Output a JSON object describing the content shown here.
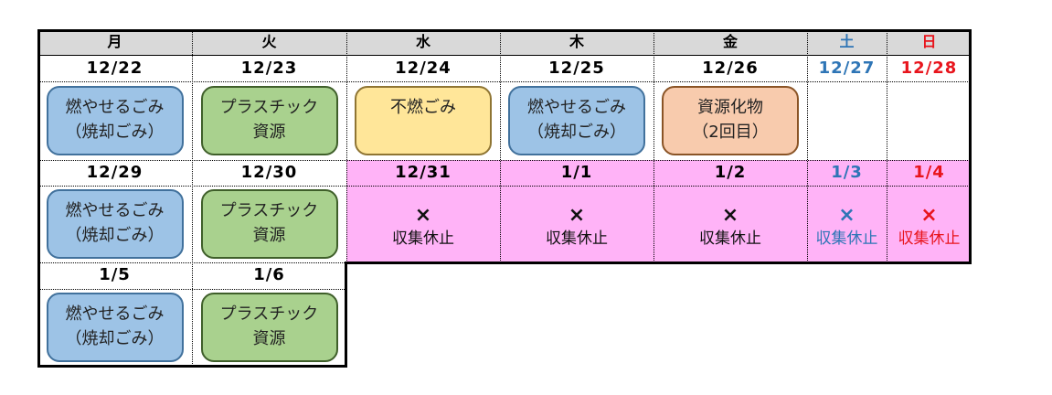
{
  "weekdays": [
    {
      "label": "月",
      "kind": "weekday"
    },
    {
      "label": "火",
      "kind": "weekday"
    },
    {
      "label": "水",
      "kind": "weekday"
    },
    {
      "label": "木",
      "kind": "weekday"
    },
    {
      "label": "金",
      "kind": "weekday"
    },
    {
      "label": "土",
      "kind": "saturday"
    },
    {
      "label": "日",
      "kind": "sunday"
    }
  ],
  "colors": {
    "header_bg": "#d9d9d9",
    "holiday_bg": "#ffb3f7",
    "saturday": "#2e75b6",
    "sunday": "#e8141c",
    "burnable": "#9dc3e6",
    "plastic": "#a9d18e",
    "non_burnable": "#ffe699",
    "resources": "#f8cbad"
  },
  "weeks": [
    {
      "days": [
        {
          "date": "12/22",
          "line1": "燃やせるごみ",
          "line2": "（焼却ごみ）",
          "type": "burnable"
        },
        {
          "date": "12/23",
          "line1": "プラスチック",
          "line2": "資源",
          "type": "plastic"
        },
        {
          "date": "12/24",
          "line1": "不燃ごみ",
          "line2": "",
          "type": "non_burnable"
        },
        {
          "date": "12/25",
          "line1": "燃やせるごみ",
          "line2": "（焼却ごみ）",
          "type": "burnable"
        },
        {
          "date": "12/26",
          "line1": "資源化物",
          "line2": "（2回目）",
          "type": "resources"
        },
        {
          "date": "12/27",
          "line1": "",
          "line2": "",
          "type": "none"
        },
        {
          "date": "12/28",
          "line1": "",
          "line2": "",
          "type": "none"
        }
      ]
    },
    {
      "days": [
        {
          "date": "12/29",
          "line1": "燃やせるごみ",
          "line2": "（焼却ごみ）",
          "type": "burnable"
        },
        {
          "date": "12/30",
          "line1": "プラスチック",
          "line2": "資源",
          "type": "plastic"
        },
        {
          "date": "12/31",
          "mark": "×",
          "line2": "収集休止",
          "type": "stopped"
        },
        {
          "date": "1/1",
          "mark": "×",
          "line2": "収集休止",
          "type": "stopped"
        },
        {
          "date": "1/2",
          "mark": "×",
          "line2": "収集休止",
          "type": "stopped"
        },
        {
          "date": "1/3",
          "mark": "×",
          "line2": "収集休止",
          "type": "stopped"
        },
        {
          "date": "1/4",
          "mark": "×",
          "line2": "収集休止",
          "type": "stopped"
        }
      ]
    },
    {
      "days": [
        {
          "date": "1/5",
          "line1": "燃やせるごみ",
          "line2": "（焼却ごみ）",
          "type": "burnable"
        },
        {
          "date": "1/6",
          "line1": "プラスチック",
          "line2": "資源",
          "type": "plastic"
        }
      ]
    }
  ]
}
